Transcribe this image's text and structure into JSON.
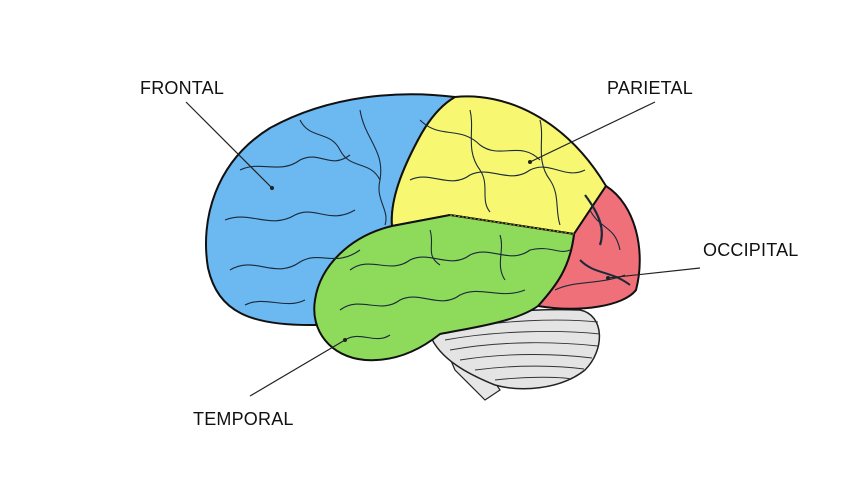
{
  "labels": {
    "frontal": "FRONTAL",
    "parietal": "PARIETAL",
    "occipital": "OCCIPITAL",
    "temporal": "TEMPORAL"
  },
  "colors": {
    "frontal": "#6cb8f0",
    "parietal": "#f8f771",
    "occipital": "#f0707a",
    "temporal": "#8edb5c",
    "cerebellum": "#e4e4e4"
  }
}
